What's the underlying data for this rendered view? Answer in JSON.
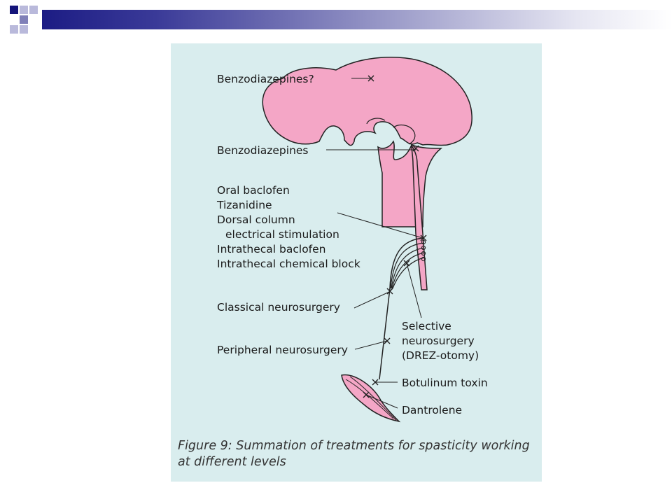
{
  "labels": {
    "benzo_q": "Benzodiazepines?",
    "benzo": "Benzodiazepines",
    "oral_baclofen": "Oral baclofen",
    "tizanidine": "Tizanidine",
    "dorsal_column": "Dorsal column",
    "electrical_stim": "electrical stimulation",
    "intrathecal_baclofen": "Intrathecal baclofen",
    "intrathecal_chem": "Intrathecal chemical block",
    "classical": "Classical neurosurgery",
    "peripheral": "Peripheral neurosurgery",
    "selective_1": "Selective",
    "selective_2": "neurosurgery",
    "selective_3": "(DREZ-otomy)",
    "botulinum": "Botulinum toxin",
    "dantrolene": "Dantrolene"
  },
  "caption": "Figure 9: Summation of treatments for spasticity working at different levels",
  "colors": {
    "brain_fill": "#f4a6c6",
    "figure_bg": "#d9edee",
    "header_dark": "#1c1c84"
  }
}
